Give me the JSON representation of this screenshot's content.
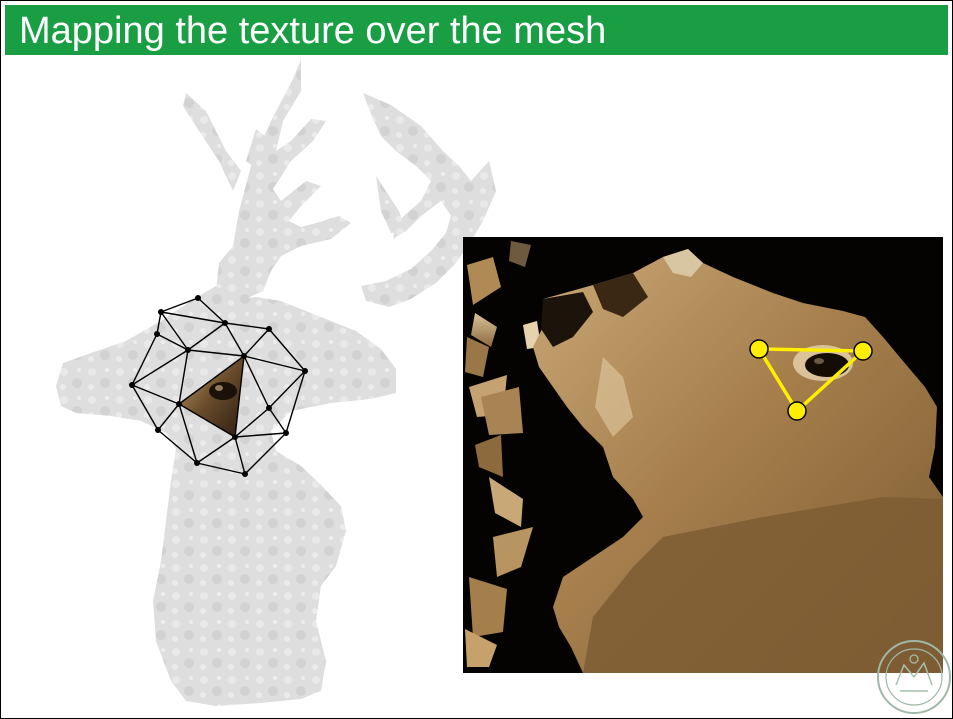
{
  "slide": {
    "title": "Mapping the texture over the mesh"
  },
  "colors": {
    "title_bar": "#1a9e44",
    "title_text": "#ffffff",
    "deer_silhouette": "#dcdcdc",
    "mesh_lines": "#000000",
    "texture_photo_background": "#050302",
    "texture_skin": "#b08a55",
    "uv_triangle": "#ffee00"
  },
  "figures": {
    "left": "deer-head-silhouette-with-triangle-mesh",
    "right": "unwrapped-deer-texture-atlas-with-highlighted-triangle",
    "seal": "university-seal-watermark"
  }
}
